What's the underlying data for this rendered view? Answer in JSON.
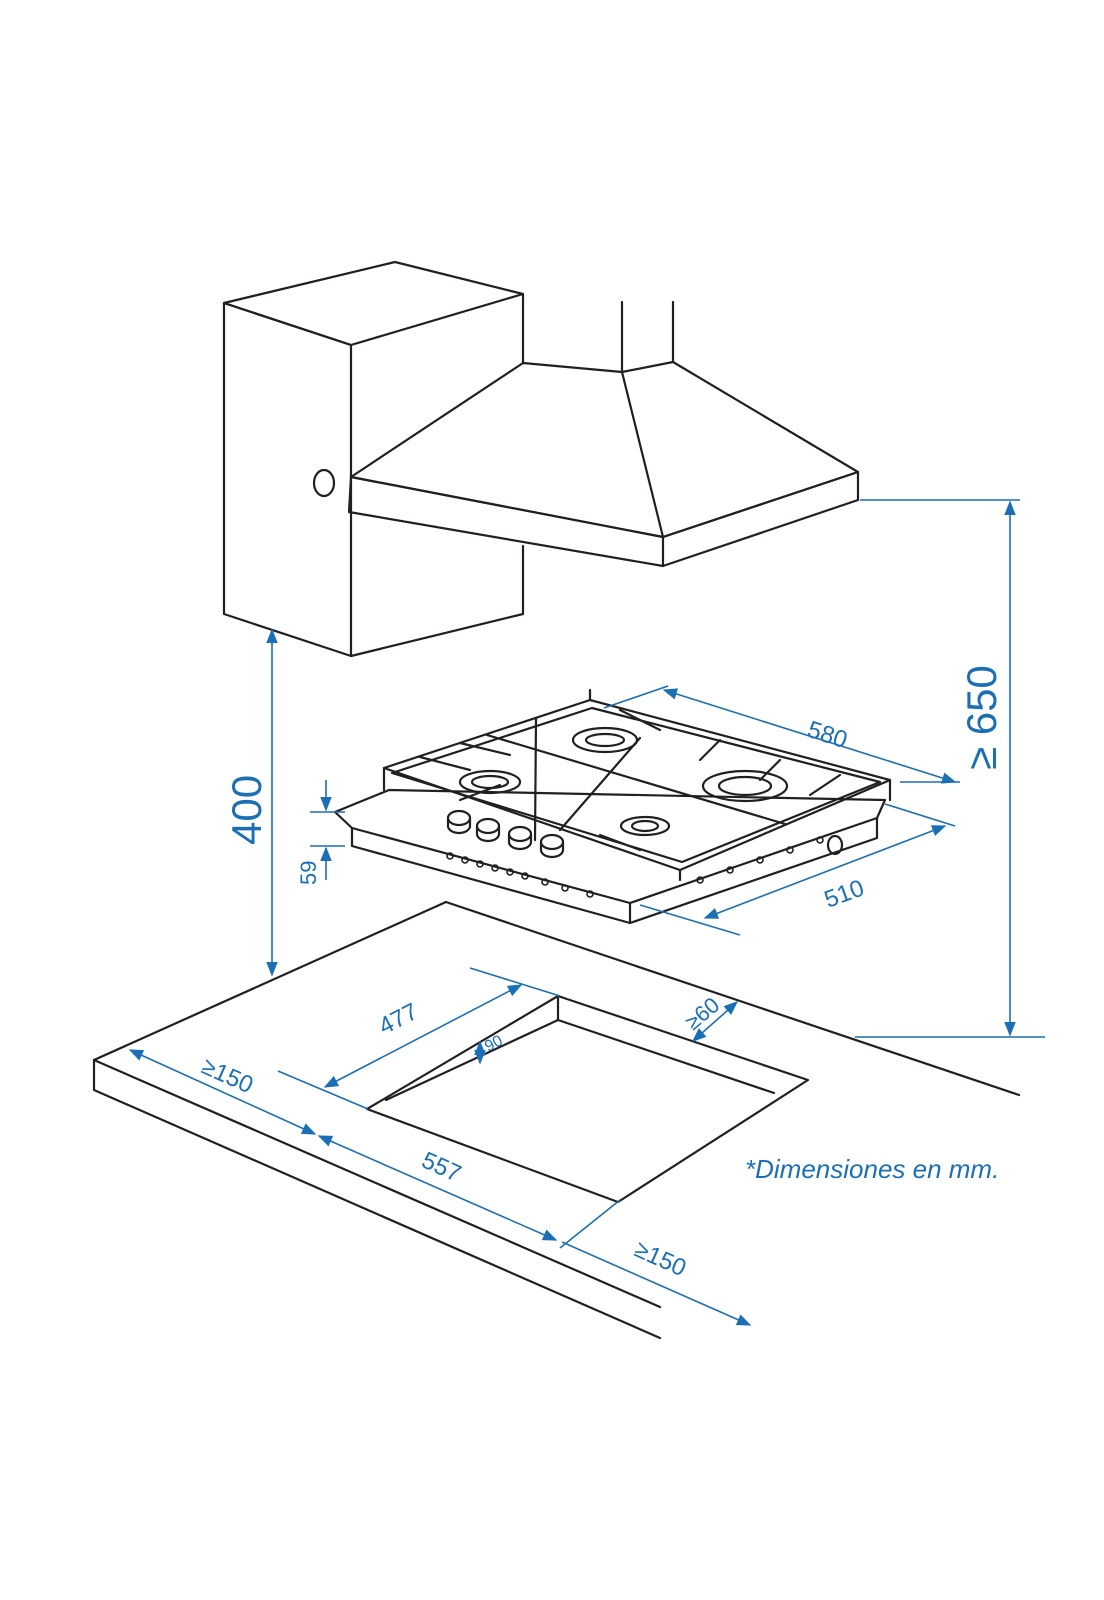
{
  "dimensions": {
    "hood_to_counter": "≥ 650",
    "cabinet_to_counter": "400",
    "hob_height": "59",
    "hob_width": "580",
    "hob_depth": "510",
    "cutout_width": "557",
    "cutout_depth": "477",
    "front_offset": "90",
    "back_clearance": "≥60",
    "left_clearance": "≥150",
    "right_clearance": "≥150"
  },
  "note": "*Dimensiones en mm.",
  "colors": {
    "dimension": "#1a6fb5",
    "outline": "#231f20"
  }
}
